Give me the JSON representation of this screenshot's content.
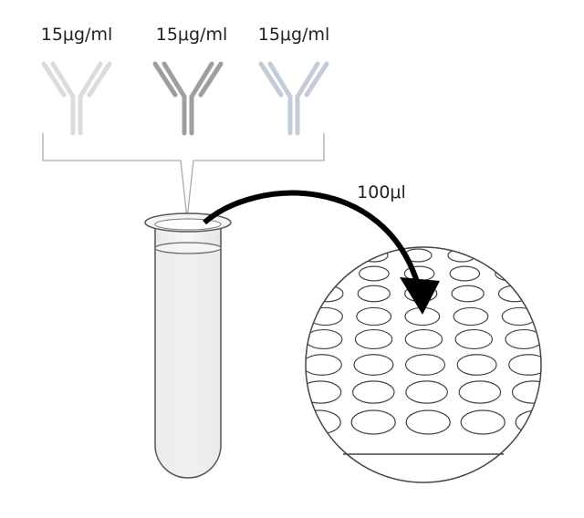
{
  "antibodies": [
    {
      "label": "15μg/ml",
      "color": "#dcdcdc"
    },
    {
      "label": "15μg/ml",
      "color": "#9e9e9e"
    },
    {
      "label": "15μg/ml",
      "color": "#c3ccd9"
    }
  ],
  "transfer": {
    "volume_label": "100μl",
    "arrow_color": "#000000"
  },
  "colors": {
    "outline": "#555555",
    "bracket": "#aaaaaa",
    "tube_fill": "#f2f2f4"
  }
}
